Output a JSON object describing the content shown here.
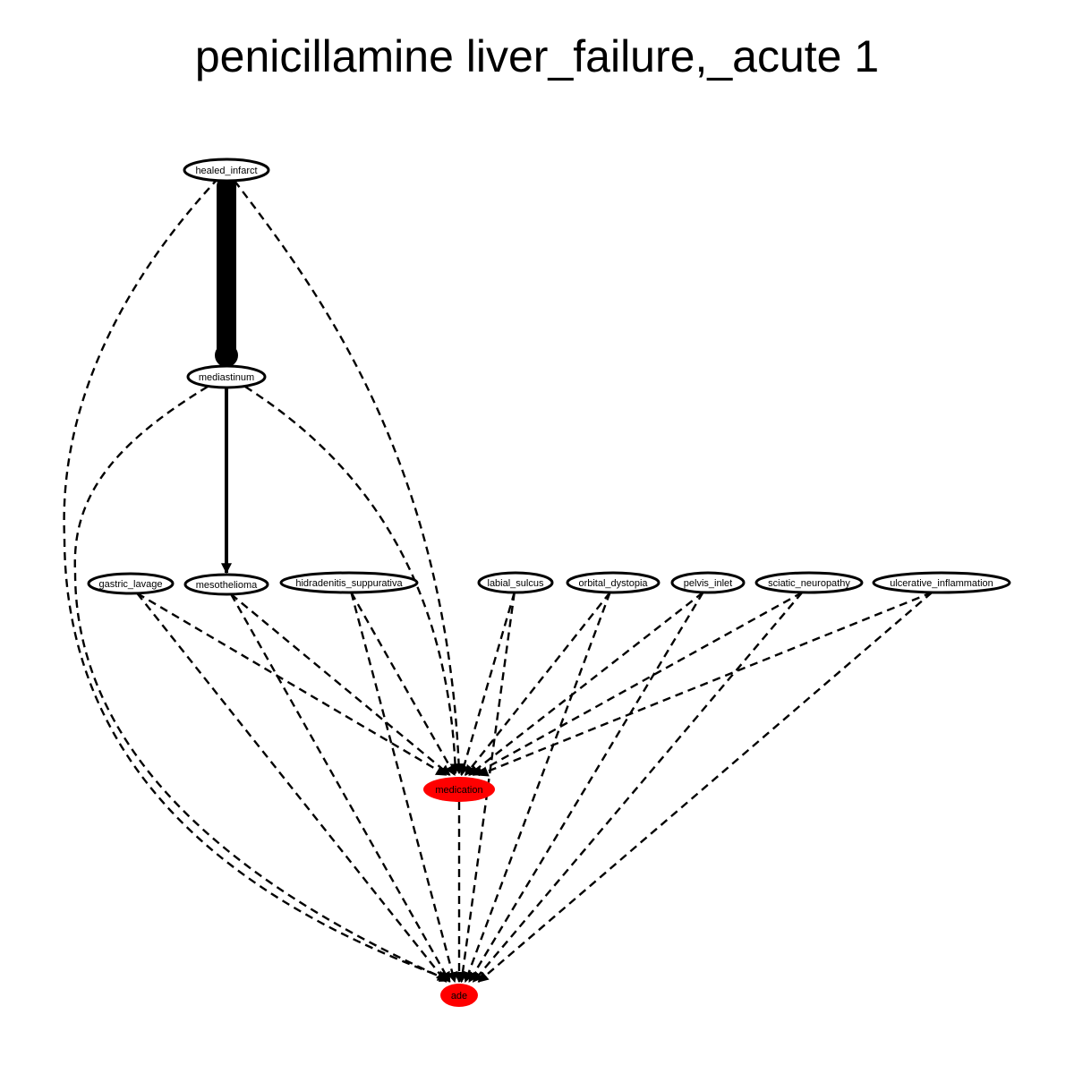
{
  "title": "penicillamine liver_failure,_acute 1",
  "colors": {
    "highlight_fill": "#ff0000",
    "node_fill": "#ffffff",
    "stroke": "#000000"
  },
  "nodes": [
    {
      "id": "healed_infarct",
      "label": "healed_infarct",
      "highlight": false
    },
    {
      "id": "mediastinum",
      "label": "mediastinum",
      "highlight": false
    },
    {
      "id": "gastric_lavage",
      "label": "gastric_lavage",
      "highlight": false
    },
    {
      "id": "mesothelioma",
      "label": "mesothelioma",
      "highlight": false
    },
    {
      "id": "hidradenitis_suppurativa",
      "label": "hidradenitis_suppurativa",
      "highlight": false
    },
    {
      "id": "labial_sulcus",
      "label": "labial_sulcus",
      "highlight": false
    },
    {
      "id": "orbital_dystopia",
      "label": "orbital_dystopia",
      "highlight": false
    },
    {
      "id": "pelvis_inlet",
      "label": "pelvis_inlet",
      "highlight": false
    },
    {
      "id": "sciatic_neuropathy",
      "label": "sciatic_neuropathy",
      "highlight": false
    },
    {
      "id": "ulcerative_inflammation",
      "label": "ulcerative_inflammation",
      "highlight": false
    },
    {
      "id": "medication",
      "label": "medication",
      "highlight": true
    },
    {
      "id": "ade",
      "label": "ade",
      "highlight": true
    }
  ],
  "edges": [
    {
      "from": "healed_infarct",
      "to": "mediastinum",
      "style": "solid",
      "weight": "heavy"
    },
    {
      "from": "mediastinum",
      "to": "mesothelioma",
      "style": "solid",
      "weight": "medium"
    },
    {
      "from": "healed_infarct",
      "to": "ade",
      "style": "dashed",
      "weight": "thin"
    },
    {
      "from": "healed_infarct",
      "to": "medication",
      "style": "dashed",
      "weight": "thin"
    },
    {
      "from": "mediastinum",
      "to": "ade",
      "style": "dashed",
      "weight": "thin"
    },
    {
      "from": "mediastinum",
      "to": "medication",
      "style": "dashed",
      "weight": "thin"
    },
    {
      "from": "gastric_lavage",
      "to": "medication",
      "style": "dashed",
      "weight": "thin"
    },
    {
      "from": "gastric_lavage",
      "to": "ade",
      "style": "dashed",
      "weight": "thin"
    },
    {
      "from": "mesothelioma",
      "to": "medication",
      "style": "dashed",
      "weight": "thin"
    },
    {
      "from": "mesothelioma",
      "to": "ade",
      "style": "dashed",
      "weight": "thin"
    },
    {
      "from": "hidradenitis_suppurativa",
      "to": "medication",
      "style": "dashed",
      "weight": "thin"
    },
    {
      "from": "hidradenitis_suppurativa",
      "to": "ade",
      "style": "dashed",
      "weight": "thin"
    },
    {
      "from": "labial_sulcus",
      "to": "medication",
      "style": "dashed",
      "weight": "thin"
    },
    {
      "from": "labial_sulcus",
      "to": "ade",
      "style": "dashed",
      "weight": "thin"
    },
    {
      "from": "orbital_dystopia",
      "to": "medication",
      "style": "dashed",
      "weight": "thin"
    },
    {
      "from": "orbital_dystopia",
      "to": "ade",
      "style": "dashed",
      "weight": "thin"
    },
    {
      "from": "pelvis_inlet",
      "to": "medication",
      "style": "dashed",
      "weight": "thin"
    },
    {
      "from": "pelvis_inlet",
      "to": "ade",
      "style": "dashed",
      "weight": "thin"
    },
    {
      "from": "sciatic_neuropathy",
      "to": "medication",
      "style": "dashed",
      "weight": "thin"
    },
    {
      "from": "sciatic_neuropathy",
      "to": "ade",
      "style": "dashed",
      "weight": "thin"
    },
    {
      "from": "ulcerative_inflammation",
      "to": "medication",
      "style": "dashed",
      "weight": "thin"
    },
    {
      "from": "ulcerative_inflammation",
      "to": "ade",
      "style": "dashed",
      "weight": "thin"
    },
    {
      "from": "medication",
      "to": "ade",
      "style": "dashed",
      "weight": "thin"
    }
  ]
}
